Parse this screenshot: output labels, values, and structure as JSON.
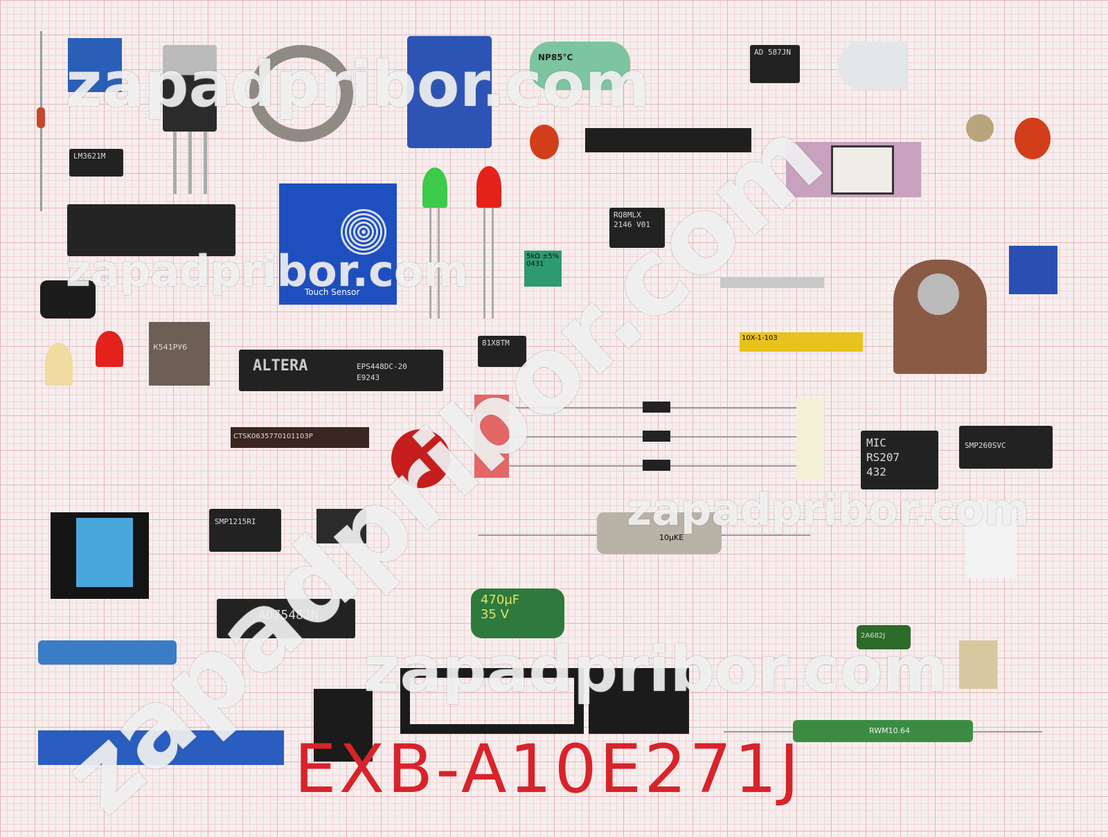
{
  "title": "EXB-A10E271J",
  "watermark": "zapadpribor.com",
  "components": {
    "altera_name": "ALTERA",
    "altera_part": "EPS448DC-20",
    "altera_code": "E9243",
    "mic_brand": "MIC",
    "mic_part": "RS207",
    "mic_code": "432",
    "cap_value": "470µF",
    "cap_voltage": "35 V",
    "resistor_network": "CTSK0635770101103P",
    "chip_ad7548": "AD7548JN",
    "chip_smp260": "SMP260SVC",
    "chip_smp1215": "SMP1215RI",
    "chip_ad587": "AD 587JN",
    "chip_rq8mlx": "RQ8MLX 2146 V01",
    "chip_lm3621": "LM3621M",
    "touch_sensor": "Touch Sensor",
    "trimmer": "5kΩ ±5% 0431",
    "green_resistor": "RWM10.64",
    "film_cap": "2A682J",
    "relay_cap": "NP85°C",
    "yellow_network": "10X-1-103",
    "ceramic_cap": "10µKE",
    "k541": "К541РУ6",
    "dip_mark": "81X8TM"
  },
  "colors": {
    "title": "#d8232a",
    "grid": "#e8b4b4"
  }
}
